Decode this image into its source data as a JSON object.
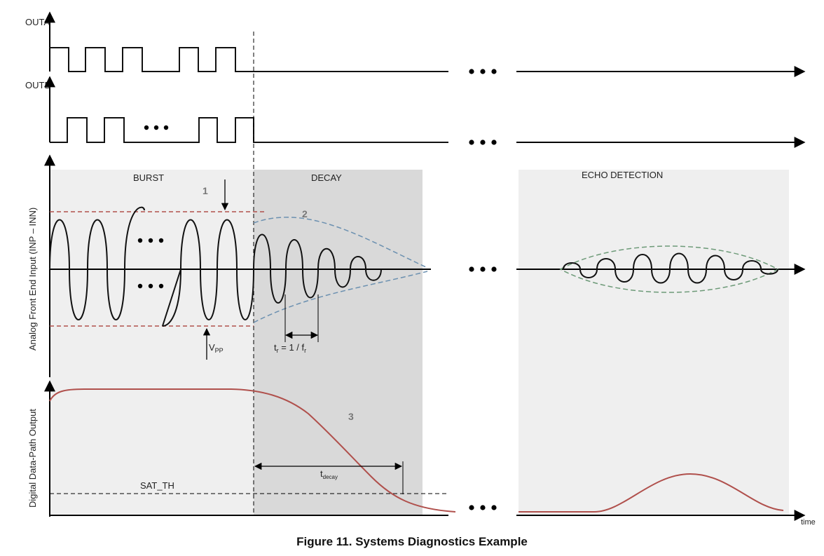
{
  "signals": {
    "outa": "OUTA",
    "outb": "OUTB",
    "afe_axis": "Analog Front End Input (INP – INN)",
    "ddp_axis": "Digital Data-Path Output",
    "time_axis": "time"
  },
  "regions": {
    "burst": "BURST",
    "decay": "DECAY",
    "echo": "ECHO DETECTION"
  },
  "markers": {
    "m1": "1",
    "m2": "2",
    "m3": "3"
  },
  "annotations": {
    "vpp_main": "V",
    "vpp_sub": "PP",
    "tr_t": "t",
    "tr_sub1": "r",
    "tr_mid": " = 1 / f",
    "tr_sub2": "r",
    "tdecay_main": "t",
    "tdecay_sub": "decay",
    "sat_th": "SAT_TH"
  },
  "caption": "Figure 11.  Systems Diagnostics Example",
  "colors": {
    "waveform": "#111111",
    "output_curve": "#b0504c",
    "vpp_dashes": "#b0504c",
    "decay_envelope": "#6b90b0",
    "echo_envelope": "#6d9a78",
    "burst_bg": "#efefef",
    "decay_bg": "#d9d9d9",
    "echo_bg": "#efefef"
  }
}
